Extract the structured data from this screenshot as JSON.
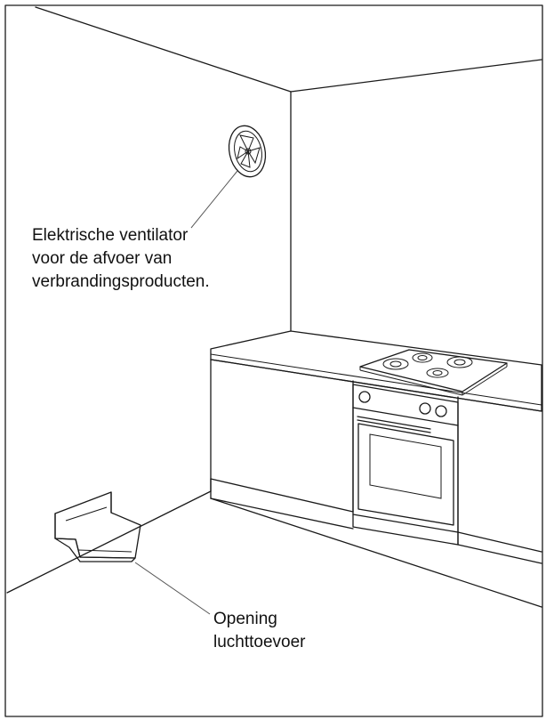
{
  "labels": {
    "fan": {
      "lines": [
        "Elektrische ventilator",
        "voor de afvoer van",
        "verbrandingsproducten."
      ]
    },
    "inlet": {
      "lines": [
        "Opening",
        "luchttoevoer"
      ]
    }
  },
  "colors": {
    "line": "#1a1a1a",
    "background": "#ffffff",
    "leader": "#555555"
  },
  "icons": [
    "exhaust-fan-icon",
    "air-inlet-arrow-icon",
    "gas-hob-icon",
    "oven-icon"
  ]
}
